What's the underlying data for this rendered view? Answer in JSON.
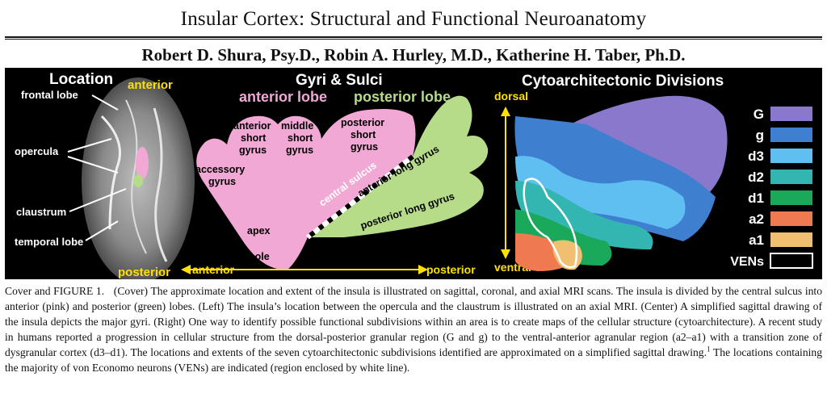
{
  "header": {
    "title": "Insular Cortex: Structural and Functional Neuroanatomy",
    "authors": "Robert D. Shura, Psy.D., Robin A. Hurley, M.D., Katherine H. Taber, Ph.D."
  },
  "panels": {
    "location": {
      "title": "Location",
      "anterior": "anterior",
      "posterior": "posterior",
      "labels": [
        "frontal lobe",
        "opercula",
        "claustrum",
        "temporal lobe"
      ]
    },
    "gyri": {
      "title": "Gyri & Sulci",
      "anterior_lobe": "anterior lobe",
      "posterior_lobe": "posterior lobe",
      "gyri_labels": {
        "anterior_short": [
          "anterior",
          "short",
          "gyrus"
        ],
        "middle_short": [
          "middle",
          "short",
          "gyrus"
        ],
        "posterior_short": [
          "posterior",
          "short",
          "gyrus"
        ],
        "accessory": [
          "accessory",
          "gyrus"
        ],
        "central_sulcus": "central sulcus",
        "anterior_long": "anterior long gyrus",
        "posterior_long": "posterior long gyrus",
        "apex": "apex",
        "pole": "pole"
      },
      "axis_anterior": "anterior",
      "axis_posterior": "posterior"
    },
    "cyto": {
      "title": "Cytoarchitectonic Divisions",
      "dorsal": "dorsal",
      "ventral": "ventral",
      "legend": [
        {
          "label": "G",
          "color": "#8a78cc"
        },
        {
          "label": "g",
          "color": "#3f7fd0"
        },
        {
          "label": "d3",
          "color": "#5fbff0"
        },
        {
          "label": "d2",
          "color": "#33b6b2"
        },
        {
          "label": "d1",
          "color": "#1aa85a"
        },
        {
          "label": "a2",
          "color": "#f07a50"
        },
        {
          "label": "a1",
          "color": "#f0c070"
        },
        {
          "label": "VENs",
          "color": "#000000"
        }
      ]
    }
  },
  "caption": {
    "lead": "Cover and FIGURE 1.",
    "text": "(Cover) The approximate location and extent of the insula is illustrated on sagittal, coronal, and axial MRI scans. The insula is divided by the central sulcus into anterior (pink) and posterior (green) lobes. (Left) The insula’s location between the opercula and the claustrum is illustrated on an axial MRI. (Center) A simplified sagittal drawing of the insula depicts the major gyri. (Right) One way to identify possible functional subdivisions within an area is to create maps of the cellular structure (cytoarchitecture). A recent study in humans reported a progression in cellular structure from the dorsal-posterior granular region (G and g) to the ventral-anterior agranular region (a2–a1) with a transition zone of dysgranular cortex (d3–d1). The locations and extents of the seven cytoarchitectonic subdivisions identified are approximated on a simplified sagittal drawing.",
    "footnote": "1",
    "text2": " The locations containing the majority of von Economo neurons (VENs) are indicated (region enclosed by white line)."
  },
  "colors": {
    "pink": "#f2a8d4",
    "green": "#b6dc8a",
    "yellow": "#ffe000",
    "black": "#000000"
  }
}
